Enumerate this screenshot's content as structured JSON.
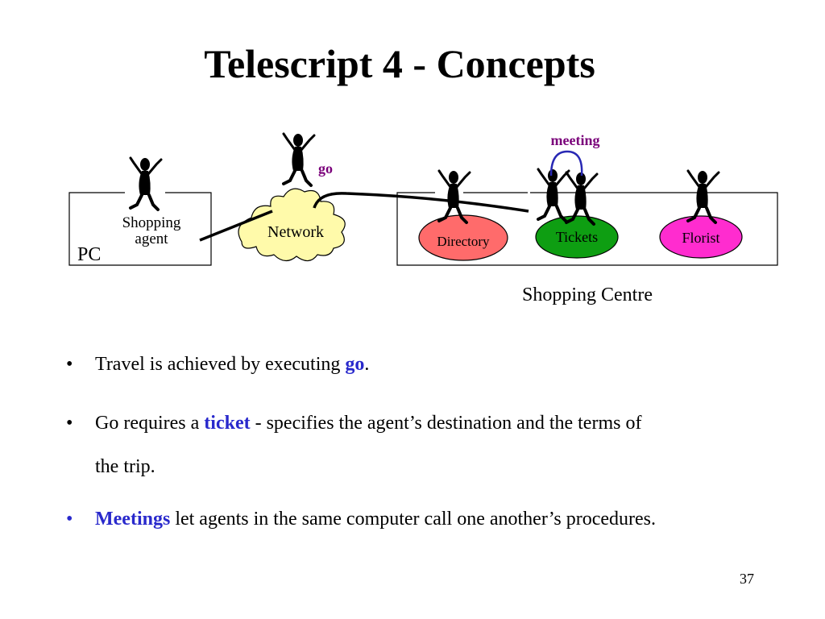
{
  "slide": {
    "title": "Telescript 4 - Concepts",
    "page_number": "37"
  },
  "diagram": {
    "pc_label": "PC",
    "shopping_agent_label_line1": "Shopping",
    "shopping_agent_label_line2": "agent",
    "network_label": "Network",
    "go_label": "go",
    "meeting_label": "meeting",
    "shopping_centre_label": "Shopping Centre",
    "places": [
      {
        "name": "Directory",
        "color": "#ff6b6b"
      },
      {
        "name": "Tickets",
        "color": "#0e9e12"
      },
      {
        "name": "Florist",
        "color": "#ff2ccf"
      }
    ],
    "colors": {
      "go": "#7a007a",
      "meeting": "#7a007a",
      "meeting_arc": "#2828b4",
      "network_cloud": "#fffaaa"
    }
  },
  "bullets": [
    {
      "pre": "Travel is achieved by executing ",
      "kw": "go",
      "post": "."
    },
    {
      "pre": "Go requires a ",
      "kw": "ticket",
      "post": " - specifies the agent’s destination and the terms of",
      "post2": "the trip."
    },
    {
      "kw": "Meetings",
      "post": " let agents in the same computer call one another’s procedures."
    }
  ],
  "colors": {
    "keyword": "#2929cc"
  }
}
